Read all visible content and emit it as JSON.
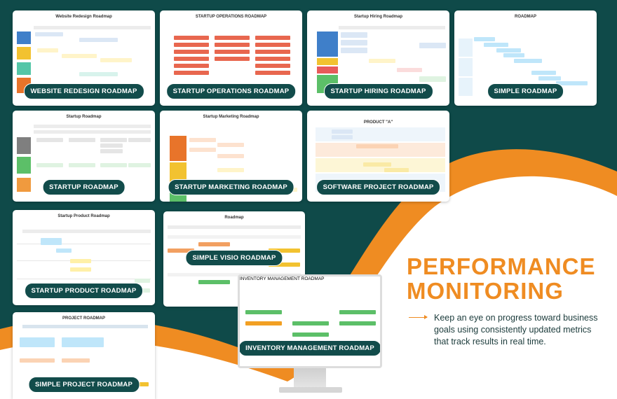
{
  "colors": {
    "dark_teal": "#0f4a49",
    "orange": "#ef8c22",
    "white": "#ffffff"
  },
  "hero": {
    "title_line1": "PERFORMANCE",
    "title_line2": "MONITORING",
    "description": "Keep an eye on progress toward business goals using consistently updated metrics that track results in real time.",
    "arrow_icon": "arrow-right-icon"
  },
  "templates": [
    {
      "title": "Website Redesign Roadmap",
      "caption": "WEBSITE REDESIGN ROADMAP"
    },
    {
      "title": "STARTUP OPERATIONS ROADMAP",
      "caption": "STARTUP OPERATIONS ROADMAP"
    },
    {
      "title": "Startup Hiring Roadmap",
      "caption": "STARTUP HIRING ROADMAP"
    },
    {
      "title": "ROADMAP",
      "caption": "SIMPLE ROADMAP"
    },
    {
      "title": "Startup Roadmap",
      "caption": "STARTUP ROADMAP"
    },
    {
      "title": "Startup Marketing Roadmap",
      "caption": "STARTUP MARKETING ROADMAP"
    },
    {
      "title": "PRODUCT \"A\"",
      "caption": "SOFTWARE PROJECT ROADMAP"
    },
    {
      "title": "Startup Product Roadmap",
      "caption": "STARTUP PRODUCT ROADMAP"
    },
    {
      "title": "Roadmap",
      "caption": "SIMPLE VISIO ROADMAP"
    },
    {
      "title": "PROJECT ROADMAP",
      "caption": "SIMPLE PROJECT ROADMAP"
    },
    {
      "title": "INVENTORY MANAGEMENT ROADMAP",
      "caption": "INVENTORY MANAGEMENT ROADMAP"
    }
  ]
}
